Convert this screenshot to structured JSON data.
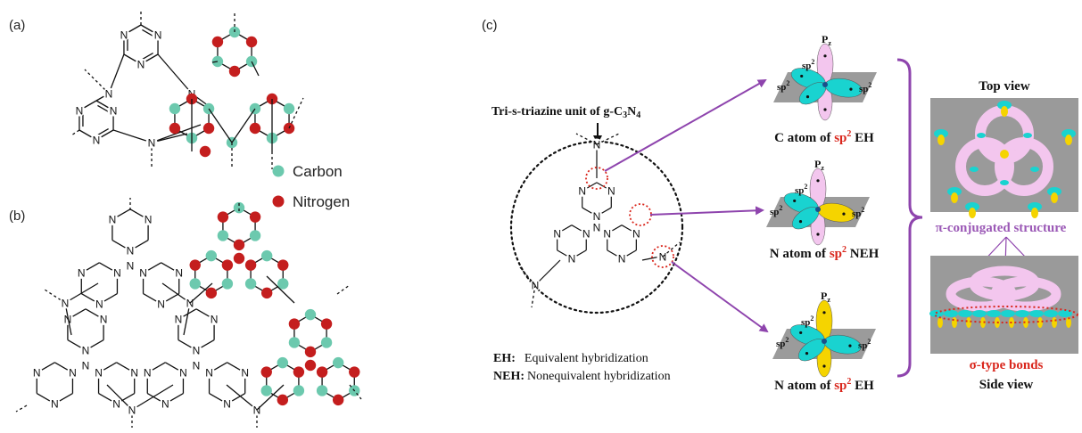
{
  "panels": {
    "a": "(a)",
    "b": "(b)",
    "c": "(c)"
  },
  "atoms": {
    "nitrogen_symbol": "N"
  },
  "legend": {
    "carbon": {
      "label": "Carbon",
      "color": "#6cc9ae"
    },
    "nitrogen": {
      "label": "Nitrogen",
      "color": "#c41e1e"
    }
  },
  "panel_c": {
    "unit_title_prefix": "Tri-s-triazine unit of g-C",
    "unit_title_sub1": "3",
    "unit_title_mid": "N",
    "unit_title_sub2": "4",
    "defs": {
      "eh_term": "EH:",
      "eh_desc": "Equivalent hybridization",
      "neh_term": "NEH:",
      "neh_desc": "Nonequivalent hybridization"
    },
    "orbitals": {
      "pz": "P",
      "pz_sub": "z",
      "sp": "sp",
      "sp_sup": "2"
    },
    "captions": [
      {
        "pre": "C atom of ",
        "hl": "sp",
        "sup": "2",
        "post": " EH"
      },
      {
        "pre": "N atom of ",
        "hl": "sp",
        "sup": "2",
        "post": " NEH"
      },
      {
        "pre": "N atom of ",
        "hl": "sp",
        "sup": "2",
        "post": " EH"
      }
    ],
    "views": {
      "top": "Top  view",
      "side": "Side  view",
      "pi": "π-conjugated structure",
      "sigma": "σ-type bonds"
    },
    "colors": {
      "arrow": "#8e44ad",
      "highlight": "#d9261c",
      "pi_label": "#9b59b6",
      "lobe_cyan": "#19d3d0",
      "lobe_yellow": "#f5d400",
      "lobe_pink": "#f3c6ee",
      "plane": "#8a8a8a"
    }
  }
}
